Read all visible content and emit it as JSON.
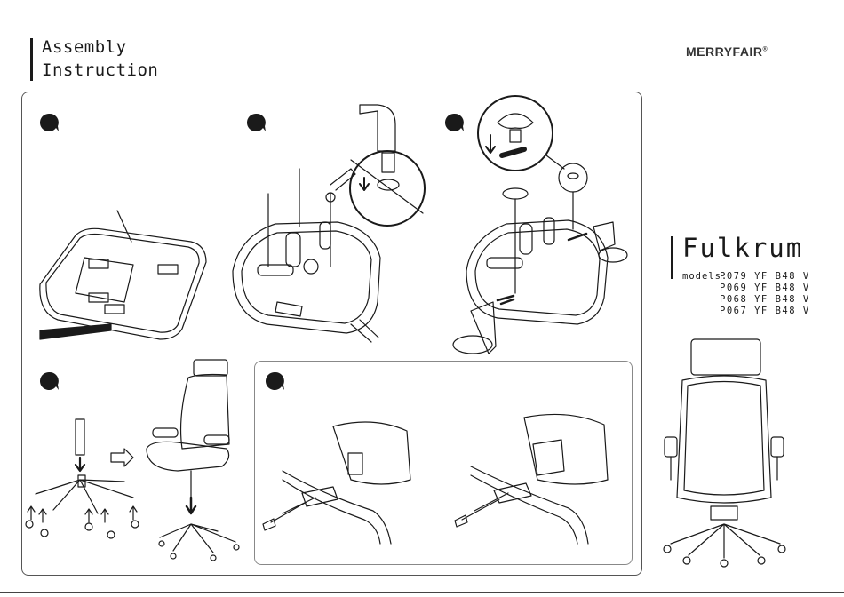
{
  "header": {
    "title_line1": "Assembly",
    "title_line2": "Instruction"
  },
  "brand": {
    "logo_text": "MERRYFAIR",
    "logo_mark": "®"
  },
  "product": {
    "name": "Fulkrum",
    "models_label": "models:",
    "models": [
      "P079 YF B48 V",
      "P069 YF B48 V",
      "P068 YF B48 V",
      "P067 YF B48 V"
    ]
  },
  "colors": {
    "ink": "#1a1a1a",
    "panel_border": "#555555"
  }
}
